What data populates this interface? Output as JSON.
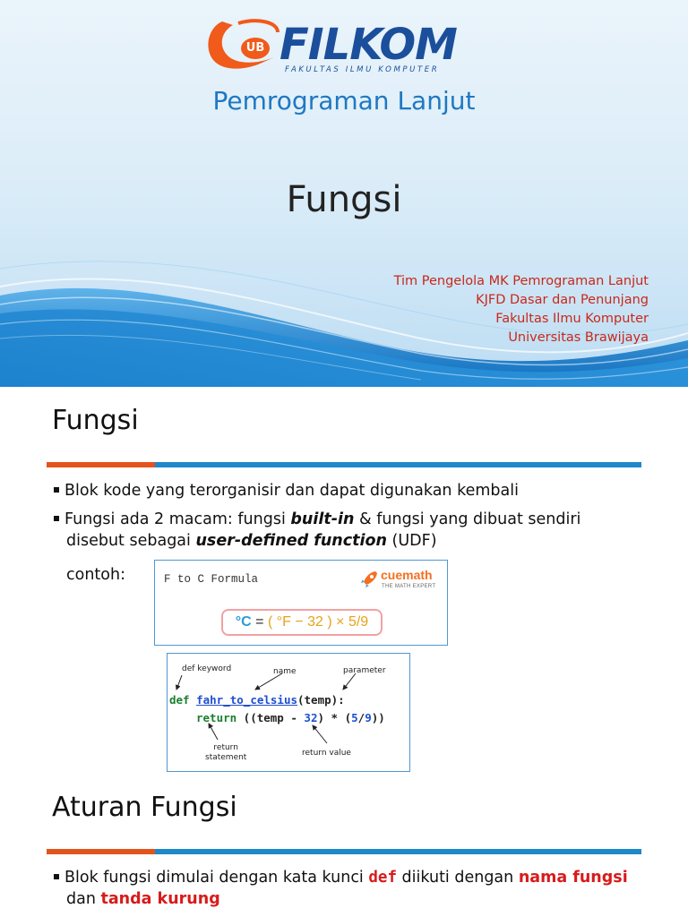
{
  "slide1": {
    "logo": {
      "badge": "UB",
      "wordmark": "FILKOM",
      "subtitle": "FAKULTAS ILMU KOMPUTER"
    },
    "course": "Pemrograman Lanjut",
    "title": "Fungsi",
    "authors": [
      "Tim Pengelola MK Pemrograman Lanjut",
      "KJFD Dasar dan Penunjang",
      "Fakultas Ilmu Komputer",
      "Universitas Brawijaya"
    ],
    "colors": {
      "course": "#1f78c2",
      "authors": "#c8281a",
      "logo_blue": "#1b4f9c",
      "logo_orange": "#f05a1a"
    }
  },
  "slide2": {
    "heading1": "Fungsi",
    "bullet1": "Blok kode yang terorganisir dan dapat digunakan kembali",
    "bullet2": {
      "t1": "Fungsi ada 2 macam: fungsi ",
      "b1": "built-in",
      "t2": " & fungsi yang dibuat sendiri",
      "t3": "disebut sebagai ",
      "b2": "user-defined function",
      "t4": " (UDF)"
    },
    "contoh": "contoh:",
    "formula_image": {
      "title": "F to C Formula",
      "brand": "cuemath",
      "brand_tag": "THE MATH EXPERT",
      "lhs": "°C",
      "eq": " = ",
      "rhs": "( °F − 32 ) × 5/9"
    },
    "code_image": {
      "labels": {
        "def_keyword": "def keyword",
        "name": "name",
        "parameter": "parameter",
        "return_statement_1": "return",
        "return_statement_2": "statement",
        "return_value": "return value"
      },
      "line1": {
        "kw": "def",
        "name": "fahr_to_celsius",
        "args": "(temp):"
      },
      "line2": {
        "kw": "return",
        "p1": " ((temp - ",
        "n1": "32",
        "p2": ") * (",
        "n2": "5",
        "p3": "/",
        "n3": "9",
        "p4": "))"
      }
    },
    "heading2": "Aturan Fungsi",
    "bullet3": {
      "t1": "Blok fungsi dimulai dengan kata kunci ",
      "kw": "def",
      "t2": " diikuti dengan ",
      "r1": "nama fungsi",
      "t3": "dan ",
      "r2": "tanda kurung"
    }
  }
}
